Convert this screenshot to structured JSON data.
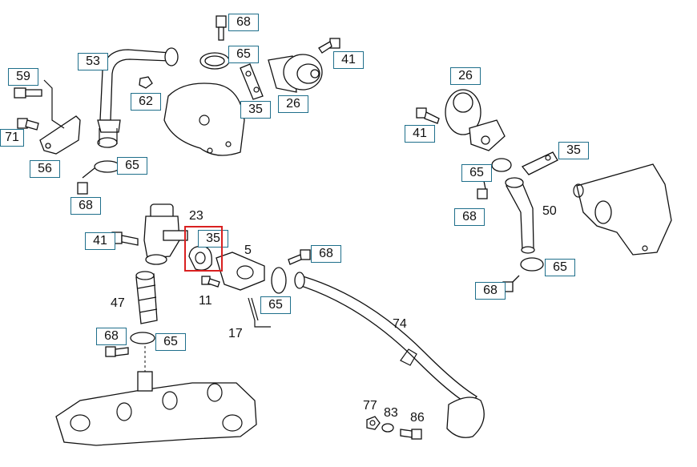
{
  "colors": {
    "label_border": "#1f6f8b",
    "highlight": "#d92020",
    "line": "#111111"
  },
  "callouts": {
    "c68_top": "68",
    "c65_top": "65",
    "c41_top": "41",
    "c53": "53",
    "c59": "59",
    "c62": "62",
    "c35_top": "35",
    "c26_top": "26",
    "c71": "71",
    "c56": "56",
    "c65_left": "65",
    "c68_left": "68",
    "c23": "23",
    "c41_mid": "41",
    "c35_sel": "35",
    "c5": "5",
    "c68_mid": "68",
    "c11": "11",
    "c47": "47",
    "c65_mid": "65",
    "c17": "17",
    "c68_bot": "68",
    "c65_bot": "65",
    "c74": "74",
    "c77": "77",
    "c83": "83",
    "c86": "86",
    "c26_right": "26",
    "c41_right": "41",
    "c35_right": "35",
    "c65_right": "65",
    "c68_right": "68",
    "c50": "50",
    "c65_right2": "65",
    "c68_right2": "68"
  }
}
